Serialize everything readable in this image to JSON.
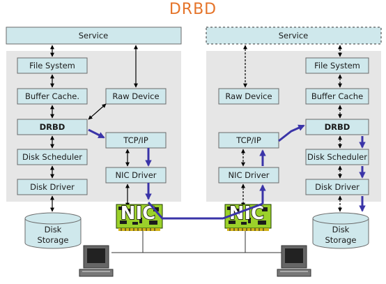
{
  "title": "DRBD",
  "left": {
    "service": "Service",
    "file_system": "File System",
    "buffer_cache": "Buffer Cache.",
    "drbd": "DRBD",
    "disk_scheduler": "Disk Scheduler",
    "disk_driver": "Disk Driver",
    "raw_device": "Raw Device",
    "tcpip": "TCP/IP",
    "nic_driver": "NIC Driver",
    "nic": "NIC",
    "storage_line1": "Disk",
    "storage_line2": "Storage"
  },
  "right": {
    "service": "Service",
    "file_system": "File System",
    "buffer_cache": "Buffer Cache",
    "drbd": "DRBD",
    "disk_scheduler": "Disk Scheduler",
    "disk_driver": "Disk Driver",
    "raw_device": "Raw Device",
    "tcpip": "TCP/IP",
    "nic_driver": "NIC Driver",
    "nic": "NIC",
    "storage_line1": "Disk",
    "storage_line2": "Storage"
  },
  "colors": {
    "title": "#e5742a",
    "box_fill": "#cfe8ec",
    "panel_fill": "#e6e6e6",
    "arrow_blue": "#3a34a8",
    "nic_green": "#9bd12a"
  }
}
